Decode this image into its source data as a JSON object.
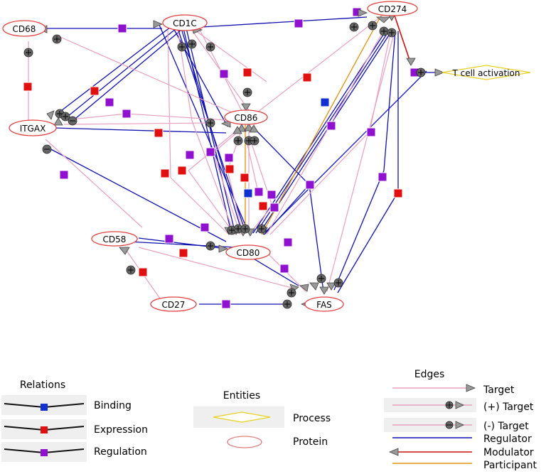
{
  "colors": {
    "target": "#e8a0c0",
    "regulator": "#1010b0",
    "modulator": "#cc1010",
    "participant": "#e09010",
    "binding": "#1030d0",
    "expression": "#e01010",
    "regulation": "#9010d0",
    "protein_border": "#e04040",
    "process_border": "#e8d020"
  },
  "nodes": {
    "cd68": "CD68",
    "cd1c": "CD1C",
    "cd274": "CD274",
    "itgax": "ITGAX",
    "cd86": "CD86",
    "cd58": "CD58",
    "cd80": "CD80",
    "cd27": "CD27",
    "fas": "FAS",
    "t_cell_activation": "T cell activation"
  },
  "legend": {
    "relations": {
      "title": "Relations",
      "binding": "Binding",
      "expression": "Expression",
      "regulation": "Regulation"
    },
    "entities": {
      "title": "Entities",
      "process": "Process",
      "protein": "Protein"
    },
    "edges": {
      "title": "Edges",
      "target": "Target",
      "plus_target": "(+) Target",
      "minus_target": "(-) Target",
      "regulator": "Regulator",
      "modulator": "Modulator",
      "participant": "Participant"
    }
  }
}
